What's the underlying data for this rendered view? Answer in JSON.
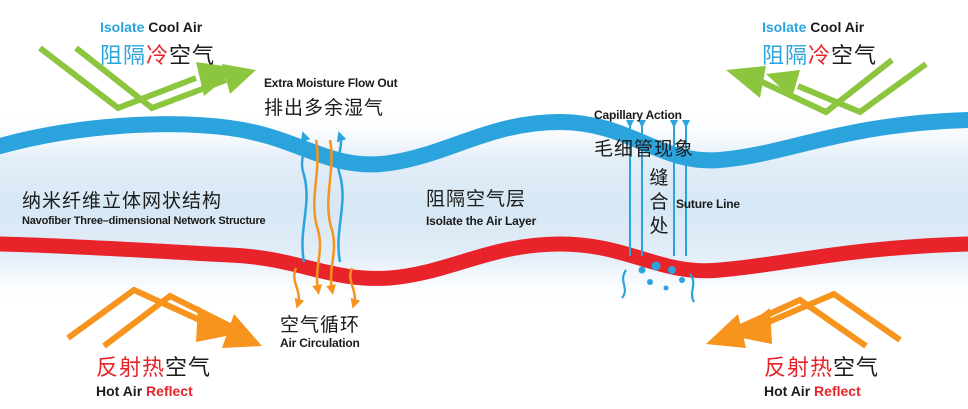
{
  "labels": {
    "cool_tl_word1": "Isolate",
    "cool_tl_word2": " Cool Air",
    "cool_tl_zh_a": "阻隔",
    "cool_tl_zh_b": "冷",
    "cool_tl_zh_c": "空气",
    "cool_tr_word1": "Isolate",
    "cool_tr_word2": " Cool Air",
    "cool_tr_zh_a": "阻隔",
    "cool_tr_zh_b": "冷",
    "cool_tr_zh_c": "空气",
    "moisture_en": "Extra Moisture Flow Out",
    "moisture_zh": "排出多余湿气",
    "capillary_en": "Capillary Action",
    "capillary_zh": "毛细管现象",
    "structure_zh": "纳米纤维立体网状结构",
    "structure_en": "Navofiber Three–dimensional Network Structure",
    "air_layer_zh": "阻隔空气层",
    "air_layer_en": "Isolate the Air Layer",
    "suture_zh": "缝合处",
    "suture_en": "Suture Line",
    "circulation_zh": "空气循环",
    "circulation_en": "Air Circulation",
    "hot_bl_zh_a": "反射",
    "hot_bl_zh_b": "热",
    "hot_bl_zh_c": "空气",
    "hot_bl_word1": "Hot Air ",
    "hot_bl_word2": "Reflect",
    "hot_br_zh_a": "反射",
    "hot_br_zh_b": "热",
    "hot_br_zh_c": "空气",
    "hot_br_word1": "Hot Air ",
    "hot_br_word2": "Reflect"
  },
  "colors": {
    "cool_arrow": "#8cc63f",
    "hot_arrow": "#f7941d",
    "outer_layer": "#2ba4dd",
    "inner_layer": "#e8232a",
    "air_layer": "#dbeaf6",
    "highlight_blue": "#2aa4dc",
    "highlight_red": "#e5242a"
  }
}
